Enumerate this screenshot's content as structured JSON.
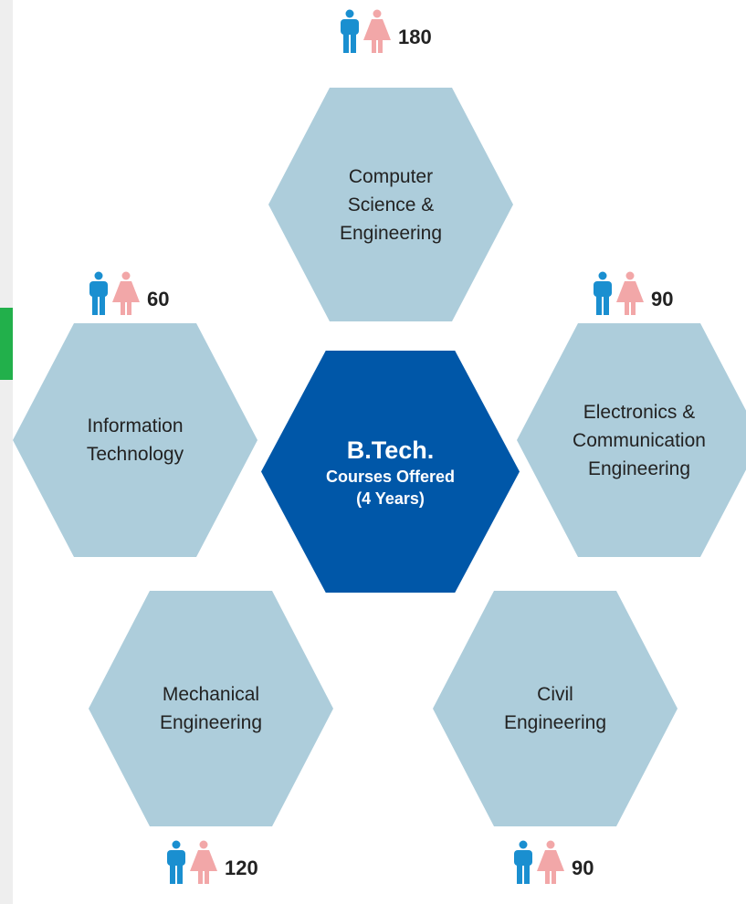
{
  "center": {
    "title": "B.Tech.",
    "line1": "Courses Offered",
    "line2": "(4 Years)"
  },
  "courses": [
    {
      "id": "cse",
      "label": "Computer\nScience &\nEngineering",
      "intake": "180"
    },
    {
      "id": "it",
      "label": "Information\nTechnology",
      "intake": "60"
    },
    {
      "id": "ece",
      "label": "Electronics &\nCommunication\nEngineering",
      "intake": "90"
    },
    {
      "id": "me",
      "label": "Mechanical\nEngineering",
      "intake": "120"
    },
    {
      "id": "ce",
      "label": "Civil\nEngineering",
      "intake": "90"
    }
  ],
  "colors": {
    "hex_light": "#adcddb",
    "hex_center": "#0057a8",
    "male_icon": "#1a8fd0",
    "female_icon": "#f2a7a8",
    "tab_accent": "#22b04b"
  },
  "icons": {
    "intake": [
      "male-figure-icon",
      "female-figure-icon"
    ]
  }
}
